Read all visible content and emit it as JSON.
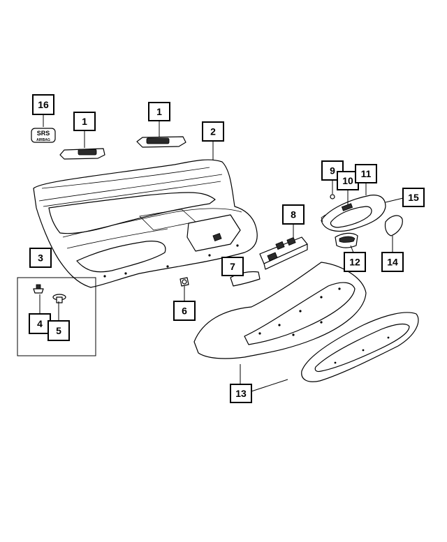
{
  "callouts": {
    "c1a": "1",
    "c1b": "1",
    "c2": "2",
    "c3": "3",
    "c4": "4",
    "c5": "5",
    "c6": "6",
    "c7": "7",
    "c8": "8",
    "c9": "9",
    "c10": "10",
    "c11": "11",
    "c12": "12",
    "c13": "13",
    "c14": "14",
    "c15": "15",
    "c16": "16"
  },
  "badge": {
    "line1": "SRS",
    "line2": "AIRBAG"
  }
}
